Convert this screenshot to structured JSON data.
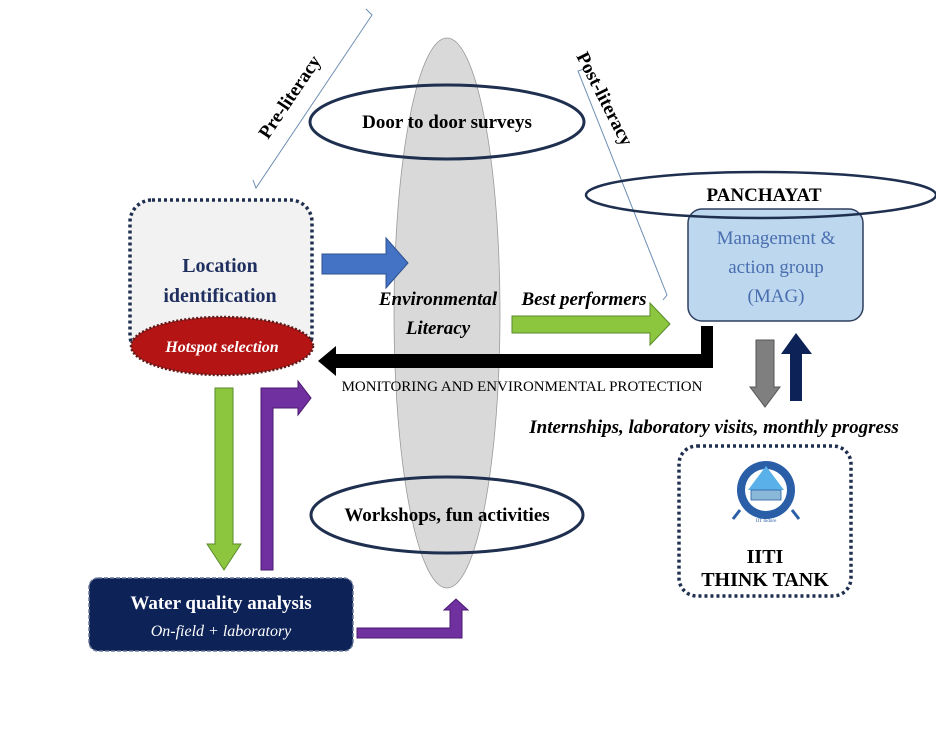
{
  "phases": {
    "pre_literacy": "Pre-literacy",
    "post_literacy": "Post-literacy"
  },
  "central": {
    "door_to_door": "Door to door surveys",
    "environmental_literacy_line1": "Environmental",
    "environmental_literacy_line2": "Literacy",
    "workshops": "Workshops, fun activities"
  },
  "location": {
    "title_line1": "Location",
    "title_line2": "identification",
    "hotspot": "Hotspot selection"
  },
  "water": {
    "title": "Water quality analysis",
    "subtitle": "On-field + laboratory"
  },
  "panchayat": {
    "title": "PANCHAYAT",
    "mag_line1": "Management &",
    "mag_line2": "action group",
    "mag_line3": "(MAG)"
  },
  "flows": {
    "best_performers": "Best performers",
    "monitoring": "MONITORING AND ENVIRONMENTAL PROTECTION",
    "internships": "Internships, laboratory visits, monthly progress"
  },
  "iiti": {
    "line1": "IITI",
    "line2": "THINK TANK",
    "logo_text": "IIT Indore"
  },
  "colors": {
    "navy": "#0d2257",
    "blue_arrow": "#4472c4",
    "green_arrow": "#8cc63f",
    "purple_arrow": "#7030a0",
    "red_ellipse": "#b41414",
    "grey_ellipse": "#d9d9d9",
    "mag_fill": "#bdd7ee",
    "mag_text": "#4a6fb0",
    "grey_arrow": "#7f7f7f"
  }
}
